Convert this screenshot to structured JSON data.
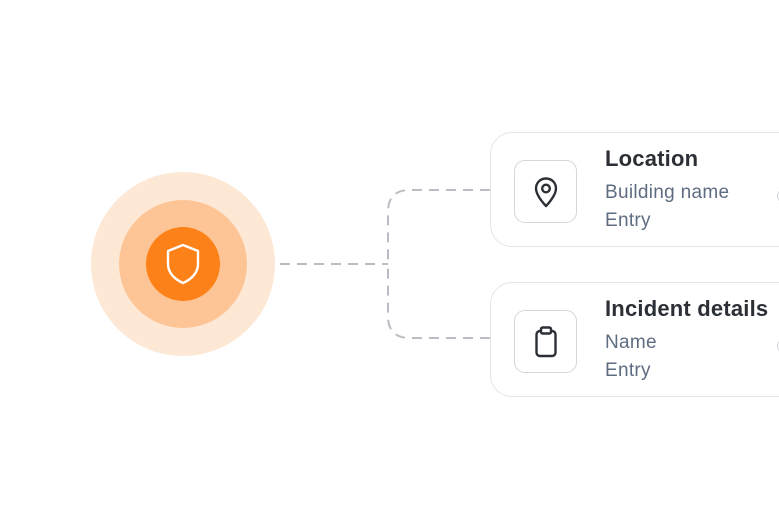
{
  "colors": {
    "accent": "#fc8119",
    "accent_mid": "#fdc596",
    "accent_light": "#fde8d6",
    "title_text": "#2b2f36",
    "secondary_text": "#5e6c80",
    "border": "#e3e5ea",
    "connector": "#b9bcc2"
  },
  "center_node": {
    "icon": "shield-icon"
  },
  "cards": [
    {
      "icon": "map-pin-icon",
      "title": "Location",
      "lines": [
        "Building name",
        "Entry"
      ]
    },
    {
      "icon": "clipboard-icon",
      "title": "Incident details",
      "lines": [
        "Name",
        "Entry"
      ]
    }
  ]
}
